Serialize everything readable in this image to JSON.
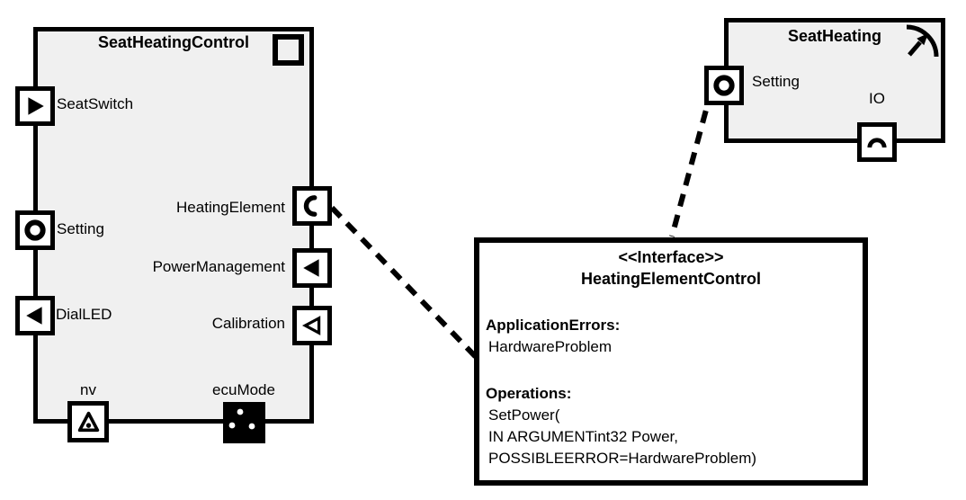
{
  "colors": {
    "component_fill": "#f0f0f0",
    "note_fill": "#ffffff",
    "line": "#000000"
  },
  "seat_heating_control": {
    "title": "SeatHeatingControl",
    "ports": {
      "seat_switch": "SeatSwitch",
      "setting": "Setting",
      "dial_led": "DialLED",
      "heating_element": "HeatingElement",
      "power_management": "PowerManagement",
      "calibration": "Calibration",
      "nv": "nv",
      "ecu_mode": "ecuMode"
    }
  },
  "seat_heating": {
    "title": "SeatHeating",
    "ports": {
      "setting": "Setting",
      "io": "IO"
    }
  },
  "interface_note": {
    "stereotype": "<<Interface>>",
    "name": "HeatingElementControl",
    "application_errors_label": "ApplicationErrors:",
    "application_error": "HardwareProblem",
    "operations_label": "Operations:",
    "operation_open": "SetPower(",
    "operation_arg": "IN ARGUMENTint32 Power,",
    "operation_error": "POSSIBLEERROR=HardwareProblem)"
  },
  "icons": {
    "atomic_component_icon": "square-outline",
    "sensor_actuator_icon": "gauge-arc-with-arrow",
    "seat_switch_port_icon": "filled-triangle-right",
    "setting_port_icon": "circle-ring",
    "dial_led_port_icon": "filled-triangle-left",
    "heating_element_port_icon": "open-arc-c",
    "power_management_port_icon": "filled-triangle-left",
    "calibration_port_icon": "outline-triangle-left",
    "nv_port_icon": "triangle-with-dot",
    "ecu_mode_port_icon": "black-square-three-white-dots",
    "io_port_icon": "half-arc-up"
  }
}
